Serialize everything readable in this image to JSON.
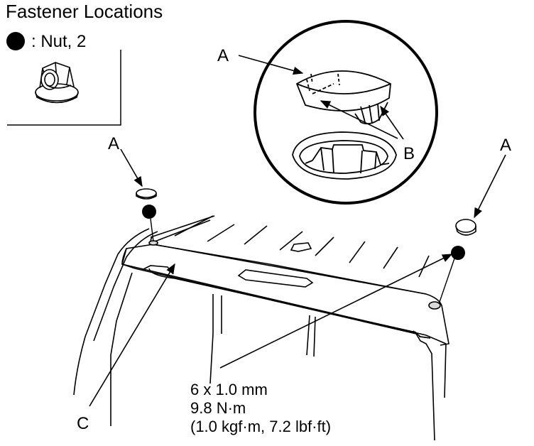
{
  "title": "Fastener Locations",
  "legend": {
    "symbol": "filled-circle",
    "text": ": Nut, 2",
    "icon": "flange-nut-icon"
  },
  "callouts": {
    "a": "A",
    "b": "B",
    "c": "C"
  },
  "torque_spec": {
    "size": "6 x 1.0 mm",
    "nm": "9.8 N·m",
    "alt": "(1.0 kgf·m, 7.2 lbf·ft)"
  },
  "colors": {
    "ink": "#000000",
    "paper": "#ffffff",
    "hole": "#d8d8d8"
  }
}
